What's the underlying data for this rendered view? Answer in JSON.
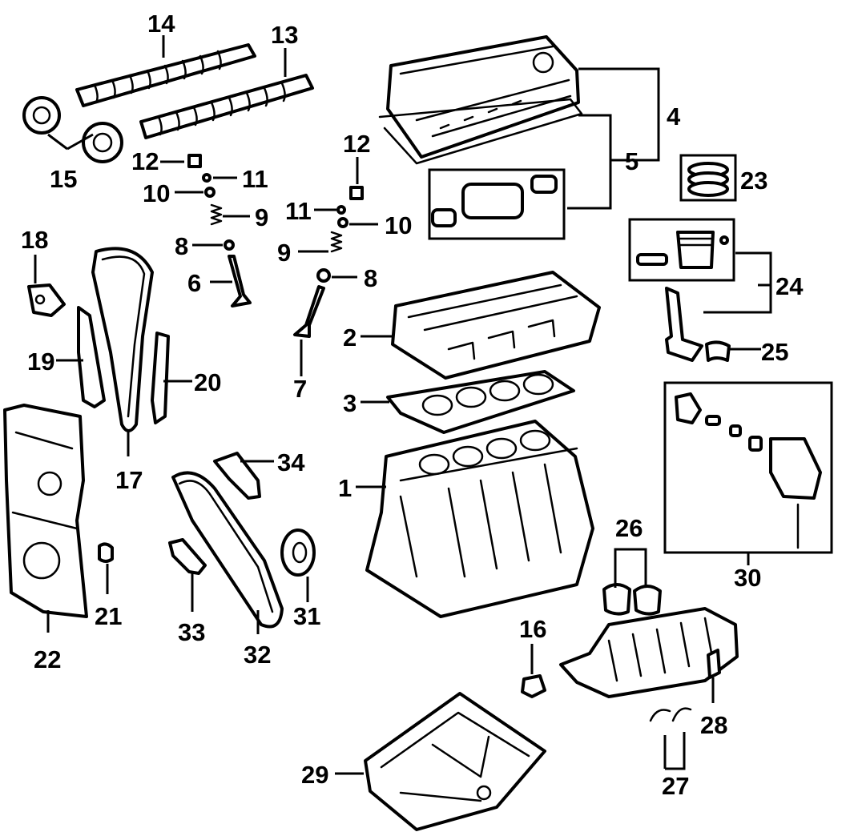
{
  "diagram": {
    "labels": [
      {
        "id": "14",
        "text": "14"
      },
      {
        "id": "13",
        "text": "13"
      },
      {
        "id": "15",
        "text": "15"
      },
      {
        "id": "12a",
        "text": "12"
      },
      {
        "id": "11a",
        "text": "11"
      },
      {
        "id": "10a",
        "text": "10"
      },
      {
        "id": "9a",
        "text": "9"
      },
      {
        "id": "8a",
        "text": "8"
      },
      {
        "id": "6",
        "text": "6"
      },
      {
        "id": "12b",
        "text": "12"
      },
      {
        "id": "11b",
        "text": "11"
      },
      {
        "id": "10b",
        "text": "10"
      },
      {
        "id": "9b",
        "text": "9"
      },
      {
        "id": "8b",
        "text": "8"
      },
      {
        "id": "7",
        "text": "7"
      },
      {
        "id": "4",
        "text": "4"
      },
      {
        "id": "5",
        "text": "5"
      },
      {
        "id": "23",
        "text": "23"
      },
      {
        "id": "24",
        "text": "24"
      },
      {
        "id": "25",
        "text": "25"
      },
      {
        "id": "2",
        "text": "2"
      },
      {
        "id": "3",
        "text": "3"
      },
      {
        "id": "1",
        "text": "1"
      },
      {
        "id": "18",
        "text": "18"
      },
      {
        "id": "19",
        "text": "19"
      },
      {
        "id": "20",
        "text": "20"
      },
      {
        "id": "17",
        "text": "17"
      },
      {
        "id": "34",
        "text": "34"
      },
      {
        "id": "21",
        "text": "21"
      },
      {
        "id": "22",
        "text": "22"
      },
      {
        "id": "33",
        "text": "33"
      },
      {
        "id": "32",
        "text": "32"
      },
      {
        "id": "31",
        "text": "31"
      },
      {
        "id": "30",
        "text": "30"
      },
      {
        "id": "26",
        "text": "26"
      },
      {
        "id": "16",
        "text": "16"
      },
      {
        "id": "28",
        "text": "28"
      },
      {
        "id": "27",
        "text": "27"
      },
      {
        "id": "29",
        "text": "29"
      }
    ]
  }
}
